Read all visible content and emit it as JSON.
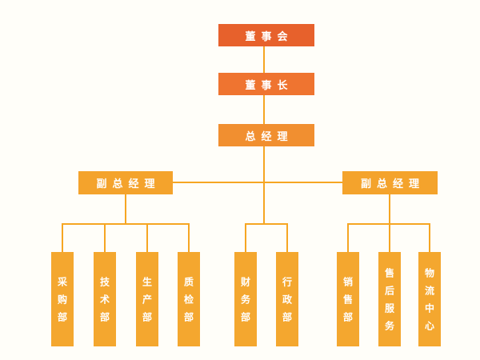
{
  "org_chart": {
    "nodes": {
      "board": {
        "label": "董事会"
      },
      "chairman": {
        "label": "董事长"
      },
      "general_manager": {
        "label": "总经理"
      },
      "deputy_left": {
        "label": "副总经理"
      },
      "deputy_right": {
        "label": "副总经理"
      }
    },
    "departments": {
      "left": [
        "采购部",
        "技术部",
        "生产部",
        "质检部"
      ],
      "middle": [
        "财务部",
        "行政部"
      ],
      "right": [
        "销售部",
        "售后服务",
        "物流中心"
      ]
    },
    "colors": {
      "board": "#e7612c",
      "chairman": "#ef7430",
      "general_manager": "#f18f30",
      "deputy": "#f4a32c",
      "department": "#f4a72f",
      "connector": "#f6a623",
      "text": "#ffffff",
      "background": "#fffef9"
    }
  }
}
